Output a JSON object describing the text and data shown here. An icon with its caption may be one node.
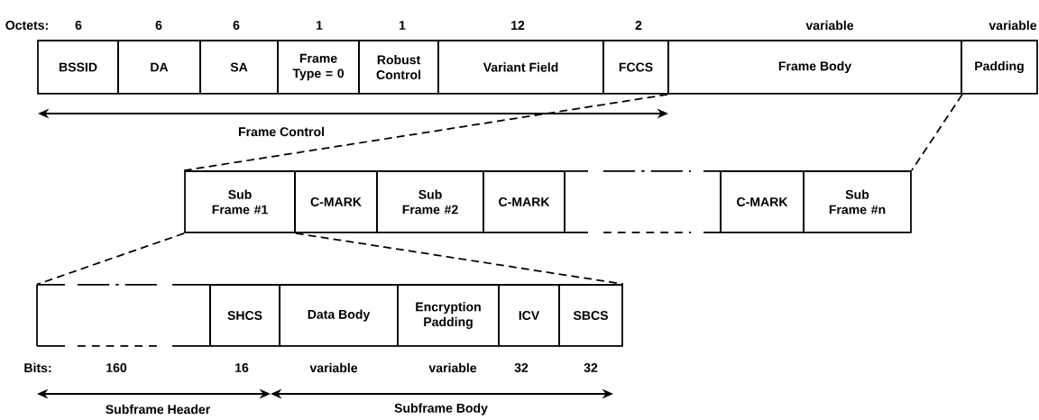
{
  "diagram": {
    "nodes": [
      {
        "text": [
          "BSSID"
        ]
      },
      {
        "text": [
          "DA"
        ]
      },
      {
        "text": [
          "SA"
        ]
      },
      {
        "text": [
          "Frame Type = 0"
        ]
      },
      {
        "text": [
          "Robust Control"
        ]
      },
      {
        "text": [
          "Variant Field"
        ]
      },
      {
        "text": [
          "FCCS"
        ]
      },
      {
        "text": [
          "Frame Body"
        ]
      },
      {
        "text": [
          "Padding"
        ]
      },
      {
        "text": [
          "Sub Frame #1"
        ]
      },
      {
        "text": [
          "C-MARK"
        ]
      },
      {
        "text": [
          "Sub Frame #2"
        ]
      },
      {
        "text": [
          "C-MARK"
        ]
      },
      {
        "text": [],
        "shape": "box"
      },
      {
        "text": [
          "C-MARK"
        ]
      },
      {
        "text": [
          "Sub Frame #n"
        ]
      },
      {
        "text": [],
        "shape": "box"
      },
      {
        "text": [
          "SHCS"
        ]
      },
      {
        "text": [
          "Data Body"
        ]
      },
      {
        "text": [
          "Encryption Padding"
        ]
      },
      {
        "text": [
          "ICV"
        ]
      },
      {
        "text": [
          "SBCS"
        ]
      }
    ],
    "edges": [
      {
        "from": 7,
        "to": 9,
        "arrow": "none",
        "style": "dashed"
      },
      {
        "from": 7,
        "to": 15,
        "arrow": "none",
        "style": "dashed"
      },
      {
        "from": 9,
        "to": 16,
        "arrow": "none",
        "style": "dashed"
      },
      {
        "from": 9,
        "to": 21,
        "arrow": "none",
        "style": "dashed"
      }
    ],
    "labels": [
      "Octets:",
      "6",
      "6",
      "6",
      "1",
      "1",
      "12",
      "2",
      "variable",
      "variable",
      "Frame Control",
      "Bits:",
      "160",
      "16",
      "variable",
      "variable",
      "32",
      "32",
      "Subframe Header",
      "Subframe Body"
    ]
  }
}
